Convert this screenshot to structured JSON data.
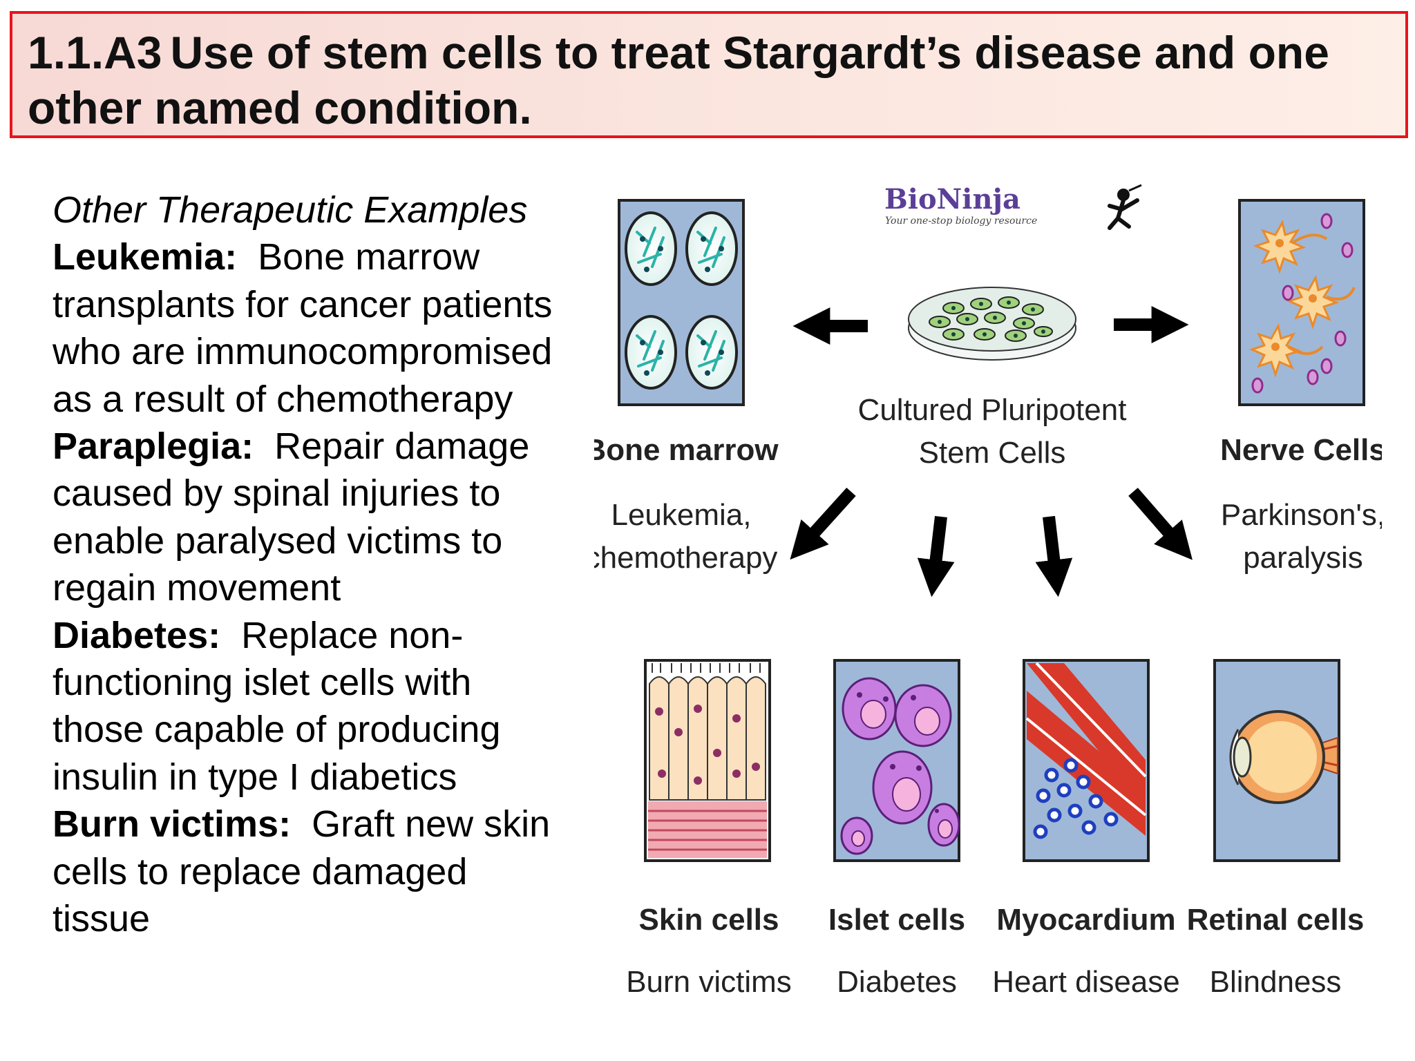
{
  "title": {
    "code": "1.1.A3",
    "text": "Use of stem cells to treat Stargardt’s disease and one other named condition."
  },
  "left_panel": {
    "heading": "Other Therapeutic Examples",
    "items": [
      {
        "name": "Leukemia:",
        "text": "Bone marrow transplants for cancer patients who are immunocompromised as a result of chemotherapy"
      },
      {
        "name": "Paraplegia:",
        "text": "Repair damage caused by spinal injuries to enable paralysed victims to regain movement"
      },
      {
        "name": "Diabetes:",
        "text": "Replace non-functioning islet cells with those capable of producing insulin in type I diabetics"
      },
      {
        "name": "Burn victims:",
        "text": "Graft new skin cells to replace damaged tissue"
      }
    ]
  },
  "diagram": {
    "logo": {
      "name": "BioNinja",
      "tagline": "Your one-stop biology resource"
    },
    "center": {
      "line1": "Cultured Pluripotent",
      "line2": "Stem Cells"
    },
    "top_cells": [
      {
        "name": "Bone marrow",
        "use_line1": "Leukemia,",
        "use_line2": "chemotherapy",
        "icon": "bone-marrow-icon"
      },
      {
        "name": "Nerve Cells",
        "use_line1": "Parkinson's,",
        "use_line2": "paralysis",
        "icon": "nerve-cells-icon"
      }
    ],
    "bottom_cells": [
      {
        "name": "Skin cells",
        "use": "Burn victims",
        "icon": "skin-cells-icon"
      },
      {
        "name": "Islet cells",
        "use": "Diabetes",
        "icon": "islet-cells-icon"
      },
      {
        "name": "Myocardium",
        "use": "Heart disease",
        "icon": "myocardium-icon"
      },
      {
        "name": "Retinal cells",
        "use": "Blindness",
        "icon": "retinal-cells-icon"
      }
    ]
  },
  "colors": {
    "title_border": "#e8141c",
    "panel_bg": "#9fb8d8",
    "arrow": "#000000"
  }
}
